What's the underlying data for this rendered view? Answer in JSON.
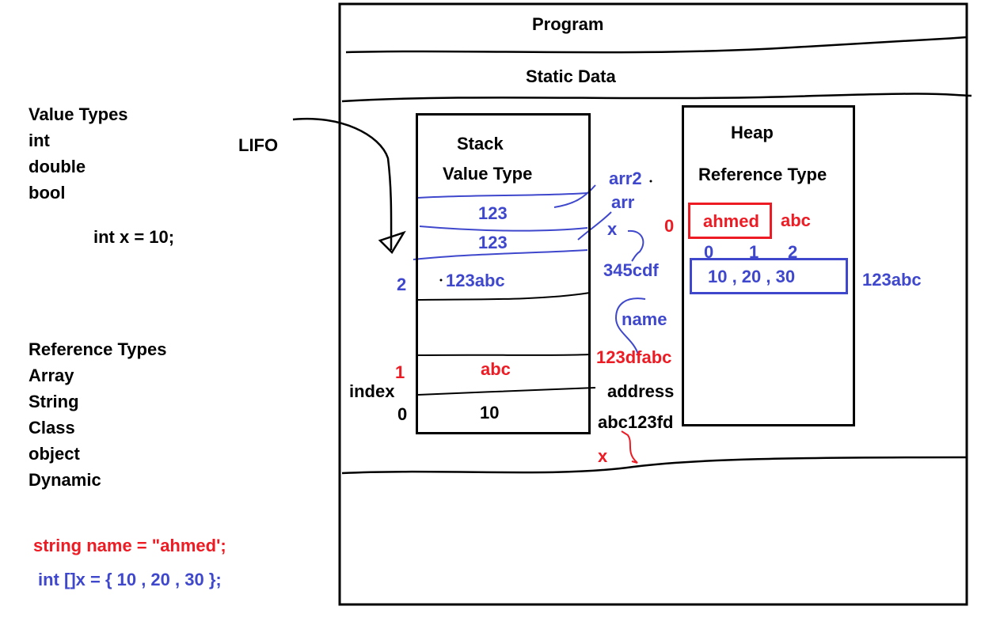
{
  "left_panel": {
    "value_types": [
      "Value Types",
      "int",
      "double",
      "bool"
    ],
    "int_example": "int x = 10;",
    "lifo": "LIFO",
    "reference_types": [
      "Reference Types",
      "Array",
      "String",
      "Class",
      "object",
      "Dynamic"
    ],
    "string_example": "string name = \"ahmed';",
    "array_example": "int []x = { 10 , 20 , 30  };"
  },
  "memory": {
    "program": "Program",
    "static_data": "Static Data"
  },
  "stack": {
    "title": "Stack",
    "subtitle": "Value Type",
    "cells": [
      "123",
      "123",
      "123abc",
      "abc",
      "10"
    ],
    "index_label": "index",
    "indices": [
      "2",
      "1",
      "0"
    ]
  },
  "heap": {
    "title": "Heap",
    "subtitle": "Reference Type",
    "string_value": "ahmed",
    "string_address": "abc",
    "string_index": "0",
    "array_indices": [
      "0",
      "1",
      "2"
    ],
    "array_values": "10  , 20 , 30",
    "array_address": "123abc"
  },
  "addresses": {
    "arr2": "arr2",
    "arr": "arr",
    "x": "x",
    "addr_345": "345cdf",
    "name": "name",
    "addr_name": "123dfabc",
    "address_label": "address",
    "addr_x": "abc123fd",
    "x_red": "x"
  },
  "colors": {
    "blue": "#3f48cc",
    "red": "#ed1c24",
    "black": "#000000"
  }
}
